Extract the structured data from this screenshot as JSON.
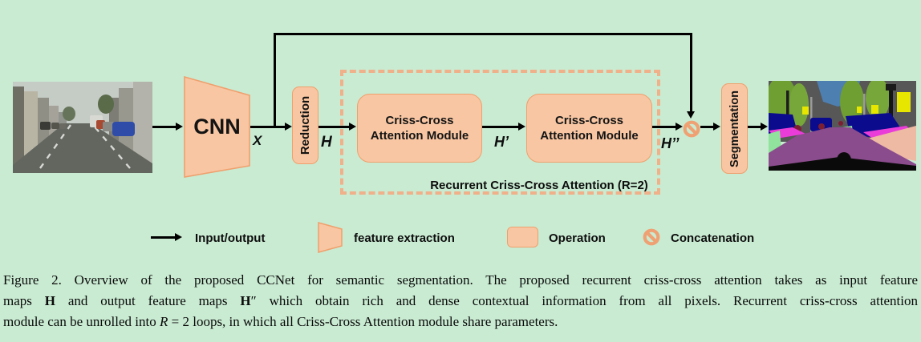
{
  "colors": {
    "background": "#c9ebd2",
    "box_fill": "#f8c6a2",
    "box_border": "#efa06e",
    "dashed_border": "#f0b089",
    "concat_symbol": "#efa173",
    "arrow": "#000000"
  },
  "diagram": {
    "cnn": "CNN",
    "x": "X",
    "reduction": "Reduction",
    "h": "H",
    "module_line1": "Criss-Cross",
    "module_line2": "Attention Module",
    "h_prime": "H’",
    "h_double_prime": "H’’",
    "recurrent_label": "Recurrent Criss-Cross Attention (R=2)",
    "segmentation": "Segmentation"
  },
  "legend": {
    "input_output": "Input/output",
    "feature_extraction": "feature extraction",
    "operation": "Operation",
    "concatenation": "Concatenation"
  },
  "caption": {
    "line1": "Figure 2. Overview of the proposed CCNet for semantic segmentation.  The proposed recurrent criss-cross attention takes as input feature",
    "line2_pre": "maps ",
    "line2_h": "H",
    "line2_mid": " and output feature maps ",
    "line2_h2": "H",
    "line2_primes": "″",
    "line2_post": " which obtain rich and dense contextual information from all pixels.  Recurrent criss-cross attention",
    "line3_pre": "module can be unrolled into ",
    "line3_r": "R",
    "line3_eq": " = 2",
    "line3_post": " loops, in which all Criss-Cross Attention module share parameters."
  }
}
